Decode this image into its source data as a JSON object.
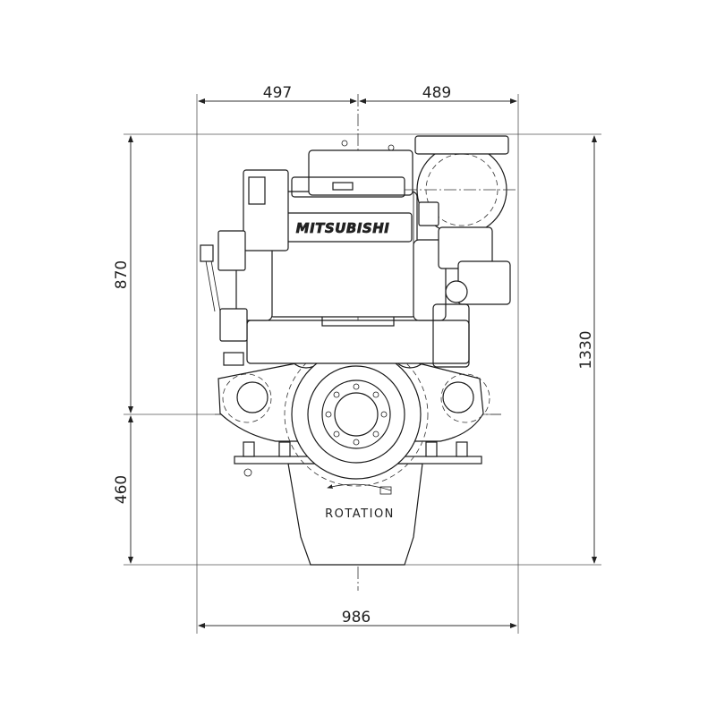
{
  "dimensions": {
    "left_width": "497",
    "right_width": "489",
    "total_width": "986",
    "upper_height": "870",
    "lower_height": "460",
    "total_height": "1330"
  },
  "labels": {
    "brand": "MITSUBISHI",
    "rotation": "ROTATION"
  }
}
